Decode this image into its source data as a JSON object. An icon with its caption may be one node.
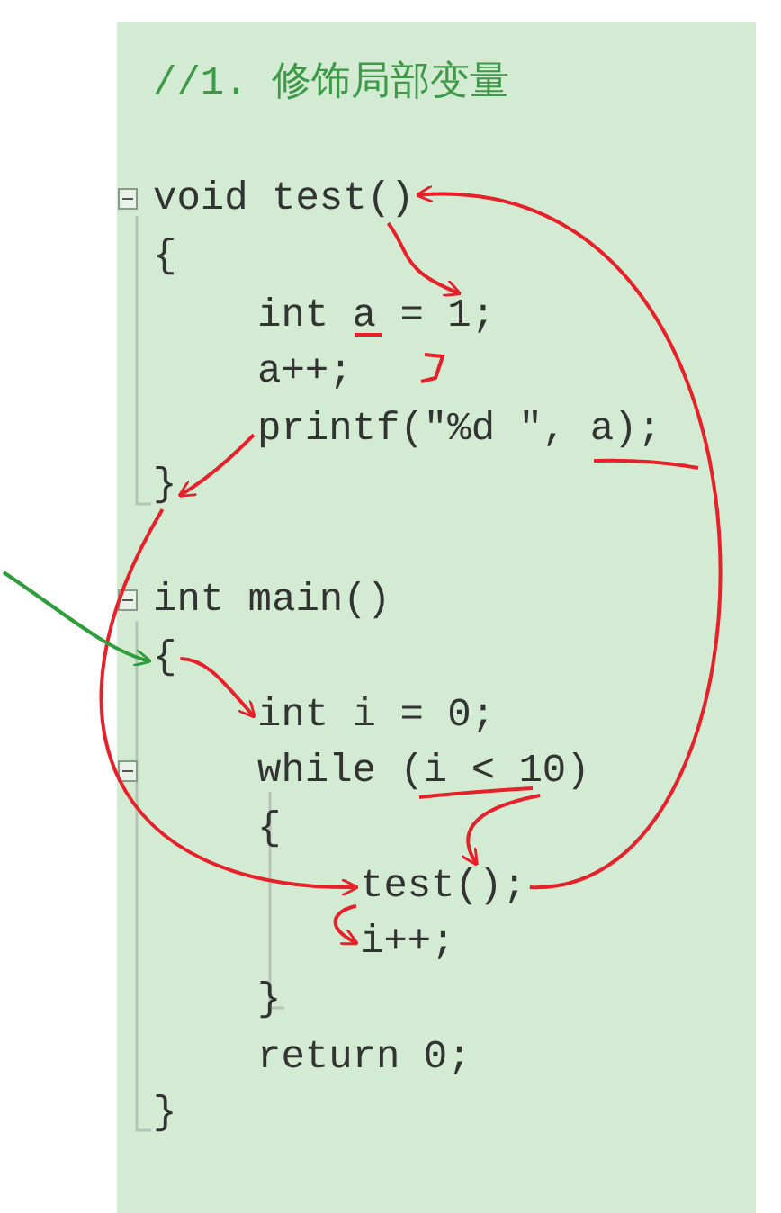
{
  "diagram": {
    "nodes": [
      {
        "text": [
          "void test()"
        ]
      },
      {
        "text": [
          "int a = 1;"
        ]
      },
      {
        "text": [
          "printf(\"%d \", a);"
        ]
      },
      {
        "text": [
          "}"
        ]
      },
      {
        "text": [
          "{"
        ]
      },
      {
        "text": [
          "int i = 0;"
        ]
      },
      {
        "text": [
          "while (i < 10)"
        ]
      },
      {
        "text": [
          "test();"
        ]
      },
      {
        "text": [
          "i++;"
        ]
      }
    ],
    "edges": [
      {
        "from": 7,
        "to": 0,
        "arrow": "to"
      },
      {
        "from": 0,
        "to": 1,
        "arrow": "to"
      },
      {
        "from": 2,
        "to": 3,
        "arrow": "to"
      },
      {
        "from": 3,
        "to": 7,
        "arrow": "to"
      },
      {
        "from": null,
        "to": 4,
        "arrow": "to",
        "color": "#2e9e3a"
      },
      {
        "from": 4,
        "to": 5,
        "arrow": "to"
      },
      {
        "from": 6,
        "to": 7,
        "arrow": "to"
      },
      {
        "from": 7,
        "to": 8,
        "arrow": "to"
      }
    ],
    "labels": [
      "//1. 修饰局部变量",
      "{",
      "a++;",
      "int main()",
      "{",
      "}",
      "return 0;",
      "}"
    ]
  }
}
